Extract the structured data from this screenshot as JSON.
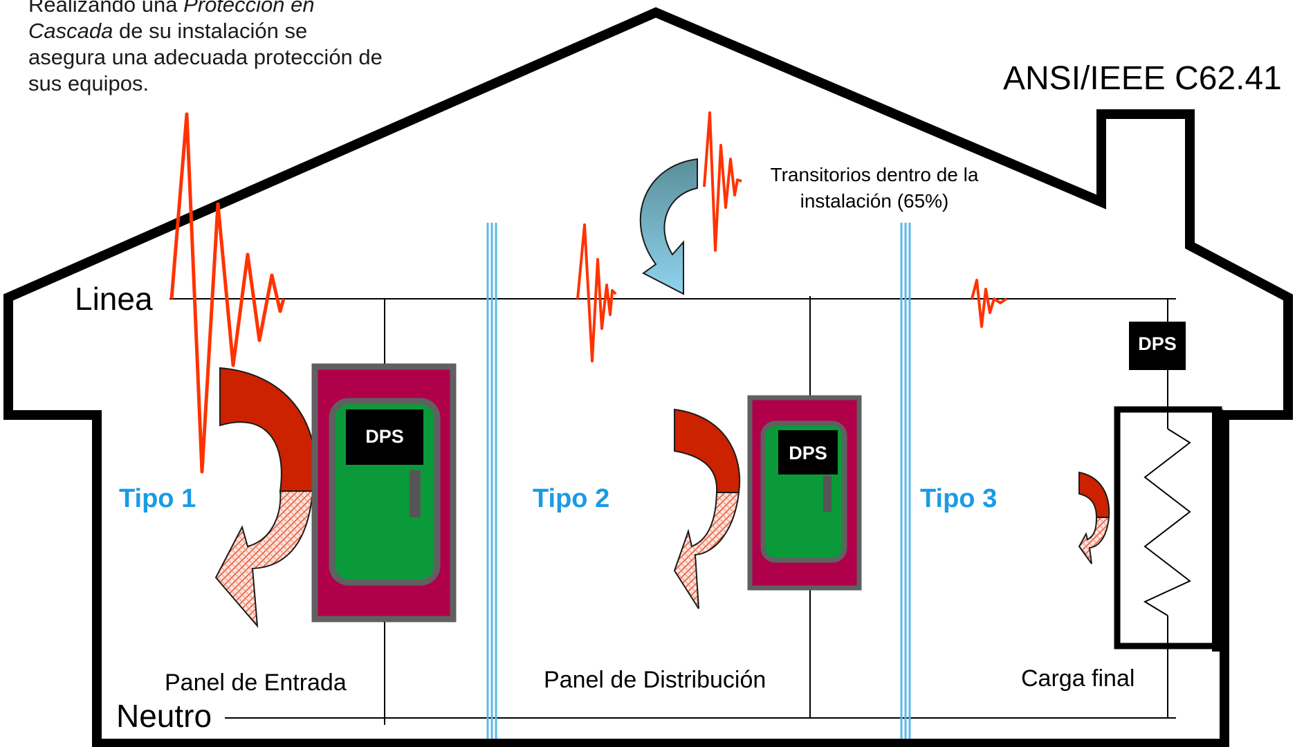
{
  "intro": {
    "line1": "Realizando una ",
    "line1_em": "Protección en",
    "line2_em": "Cascada",
    "line2": " de su instalación se",
    "line3": "asegura una adecuada protección de",
    "line4": "sus equipos."
  },
  "standard": "ANSI/IEEE C62.41",
  "transients_note": {
    "line1": "Transitorios dentro de la",
    "line2": "instalación (65%)"
  },
  "rails": {
    "line": "Linea",
    "neutral": "Neutro"
  },
  "zones": [
    {
      "type_label": "Tipo 1",
      "panel_label": "Panel de Entrada",
      "device": "DPS"
    },
    {
      "type_label": "Tipo 2",
      "panel_label": "Panel de Distribución",
      "device": "DPS"
    },
    {
      "type_label": "Tipo 3",
      "panel_label": "Carga final",
      "device": "DPS"
    }
  ],
  "colors": {
    "house_outline": "#000000",
    "surge_wave": "#ff3300",
    "zone_divider": "#5ab8e8",
    "type_label": "#1a9be6",
    "panel_frame": "#606060",
    "panel_body": "#b0004a",
    "breaker_green": "#0a9a3a",
    "dps_box": "#000000",
    "arrow_red": "#cc2200",
    "arrow_blue": "#5f9aaa"
  }
}
